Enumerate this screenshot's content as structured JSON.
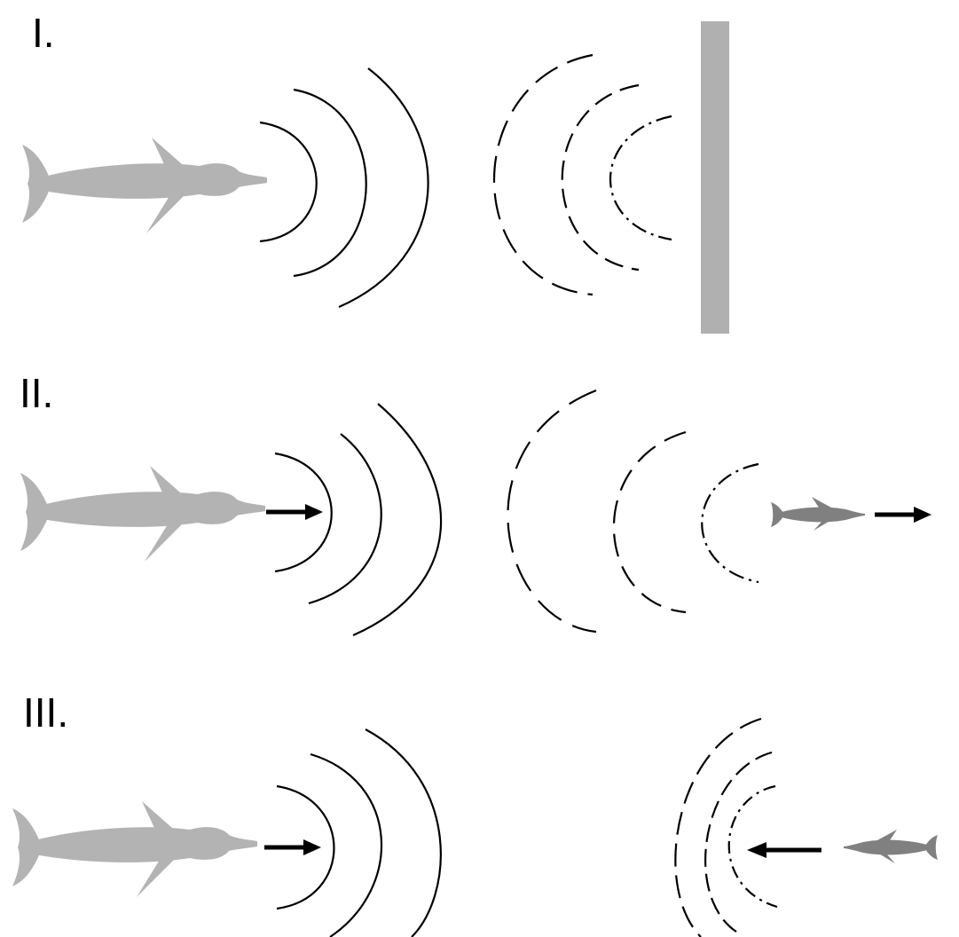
{
  "panels": [
    {
      "label": "I."
    },
    {
      "label": "II."
    },
    {
      "label": "III."
    }
  ],
  "colors": {
    "dolphin": "#b3b3b3",
    "fish": "#808080",
    "wall": "#b0b0b0",
    "wave": "#000000",
    "arrow": "#000000"
  },
  "icons": {
    "emitter": "dolphin-icon",
    "target": "fish-icon",
    "obstacle": "wall-icon",
    "motion": "arrow-icon"
  }
}
